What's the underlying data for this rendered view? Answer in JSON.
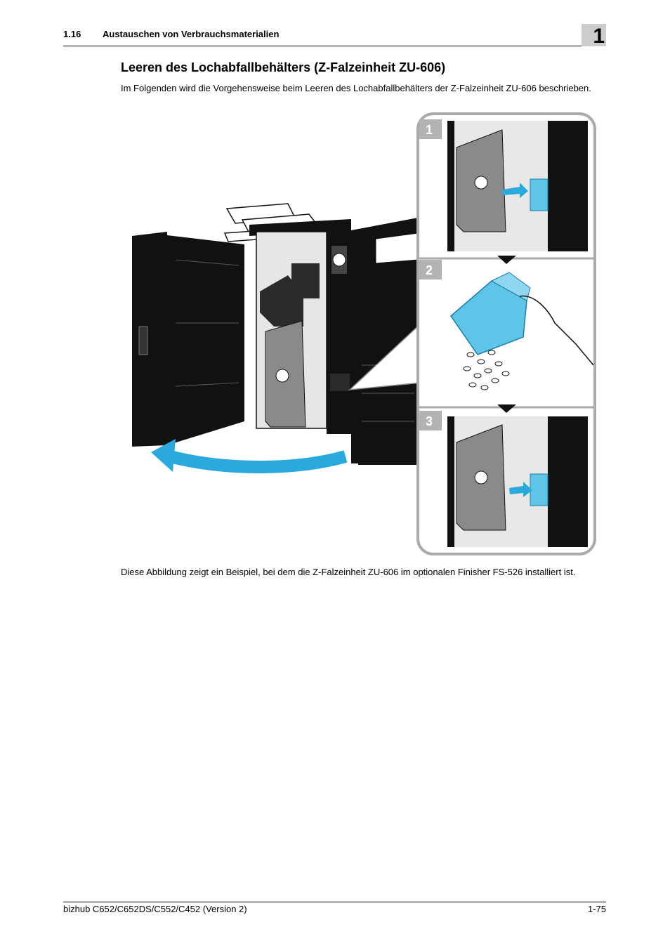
{
  "header": {
    "section_number": "1.16",
    "section_title": "Austauschen von Verbrauchsmaterialien",
    "chapter_number": "1"
  },
  "main": {
    "title": "Leeren des Lochabfallbehälters (Z-Falzeinheit ZU-606)",
    "intro": "Im Folgenden wird die Vorgehensweise beim Leeren des Lochabfallbehälters der Z-Falzeinheit ZU-606 beschrieben.",
    "caption": "Diese Abbildung zeigt ein Beispiel, bei dem die Z-Falzeinheit ZU-606 im optionalen Finisher FS-526 installiert ist."
  },
  "figure": {
    "steps": [
      {
        "label": "1"
      },
      {
        "label": "2"
      },
      {
        "label": "3"
      }
    ],
    "colors": {
      "accent": "#2aa9dc",
      "container": "#5ec4e8",
      "machine_dark": "#111111",
      "panel_grey": "#8a8a8a",
      "step_badge": "#b3b3b3"
    }
  },
  "footer": {
    "model": "bizhub C652/C652DS/C552/C452 (Version 2)",
    "page": "1-75"
  }
}
